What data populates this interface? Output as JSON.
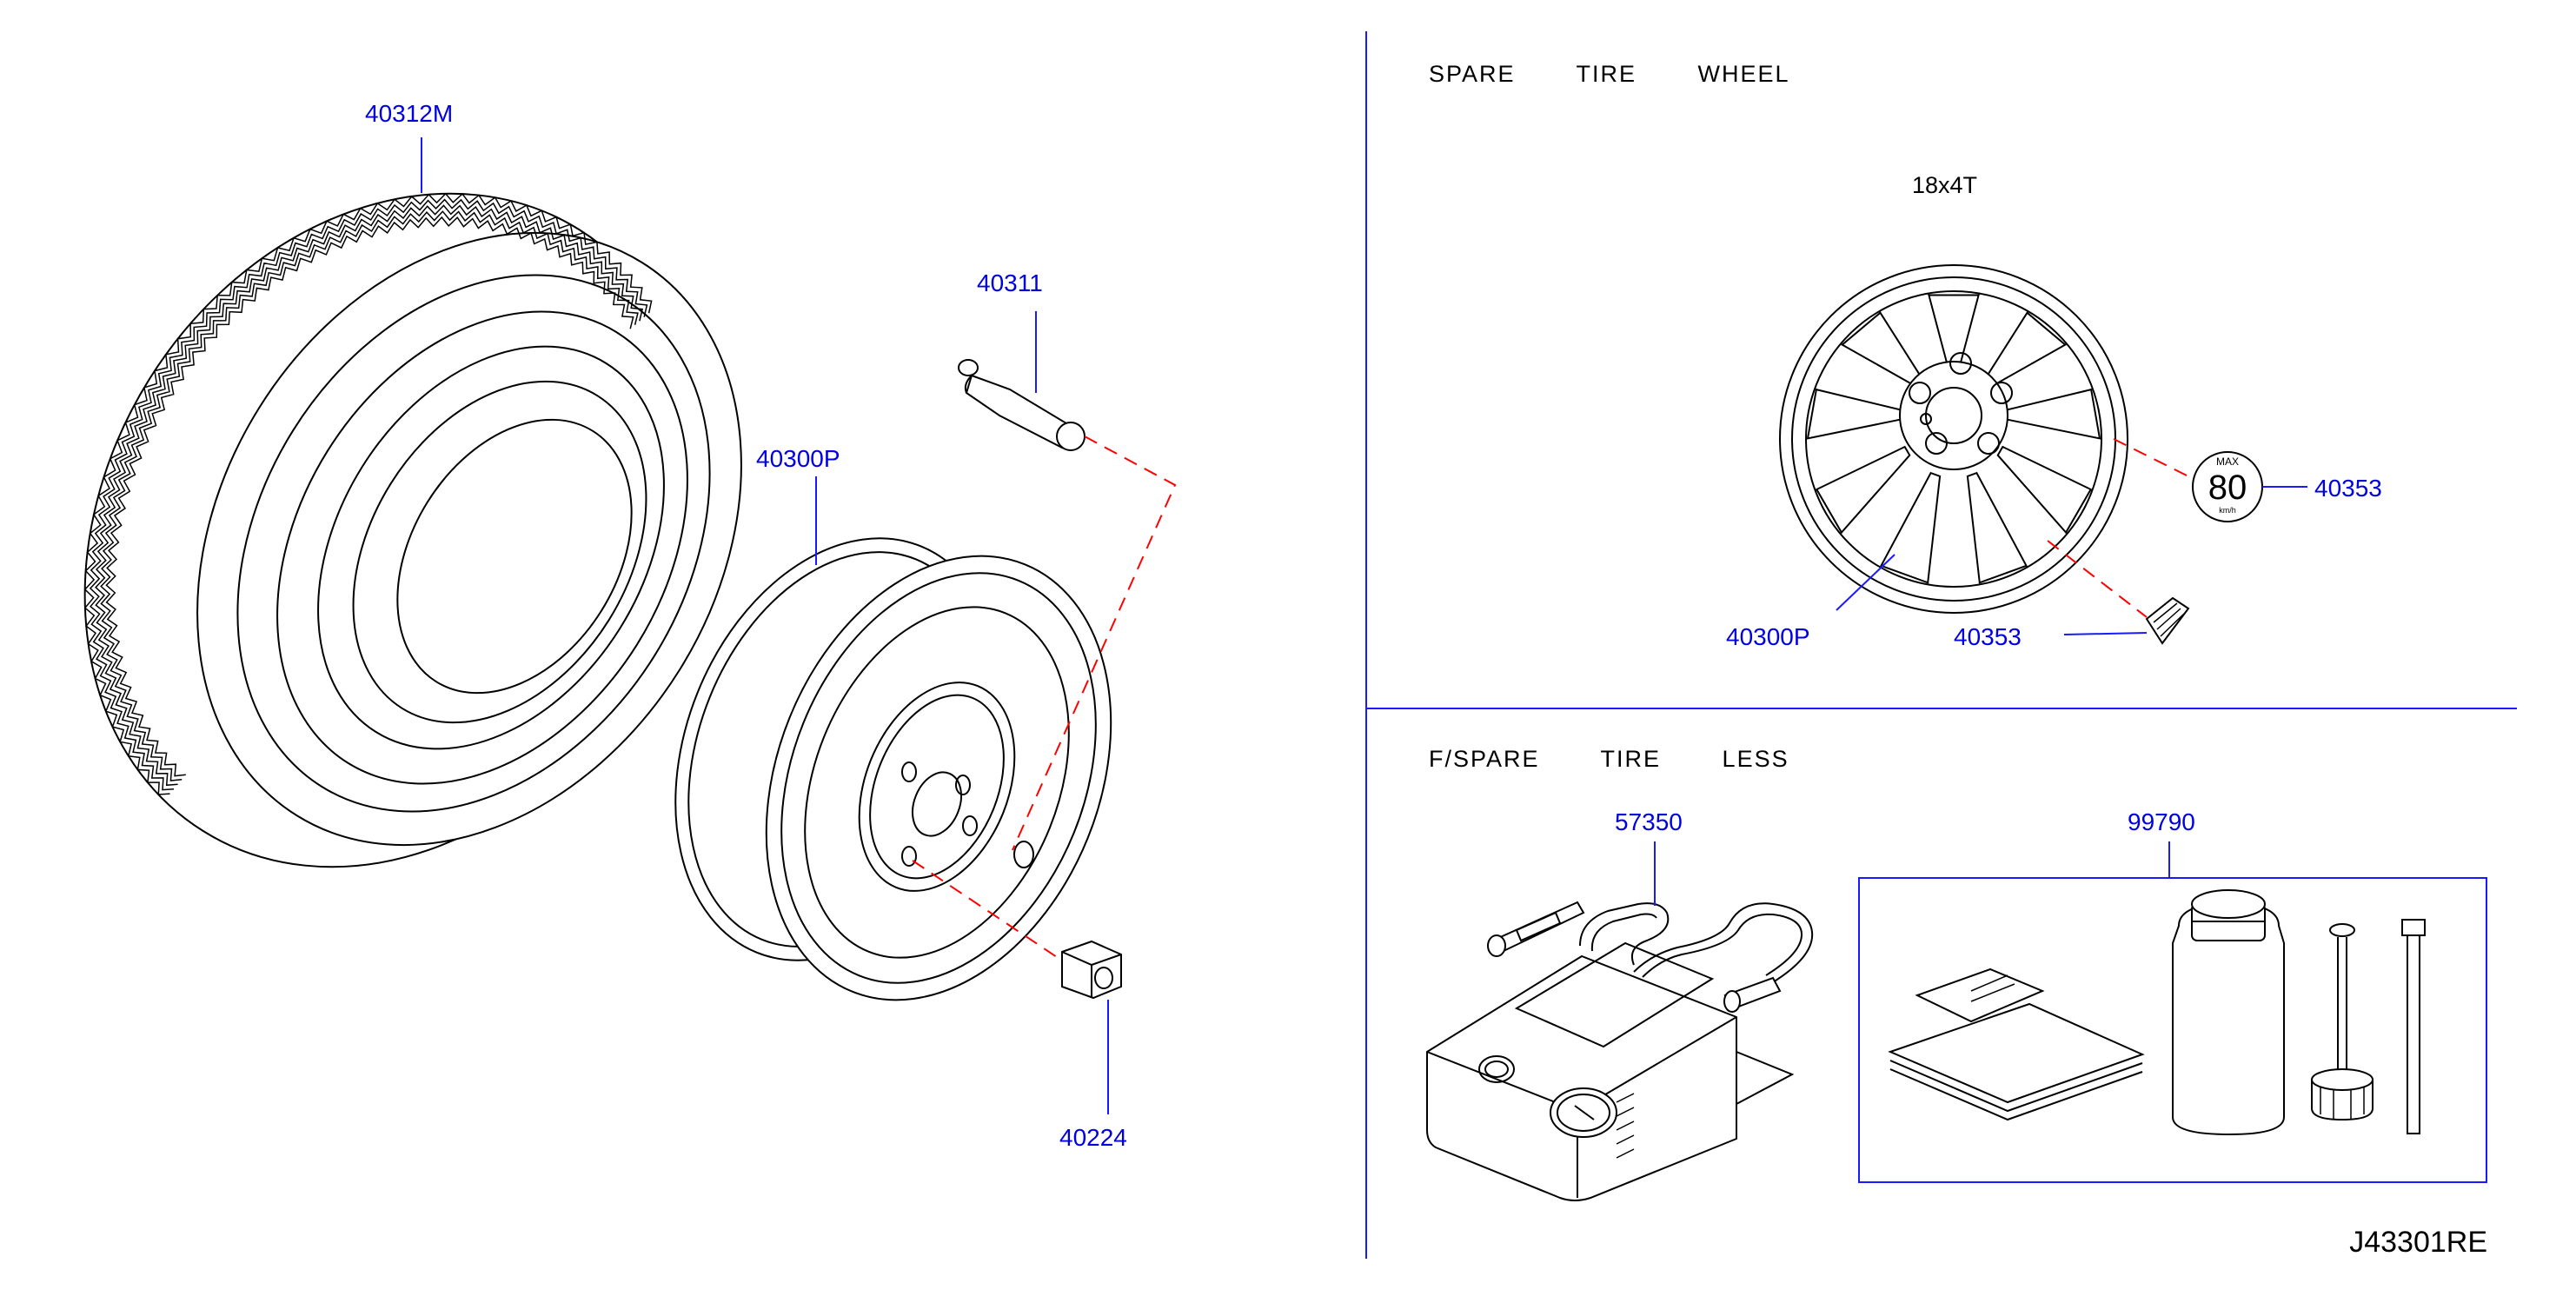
{
  "sections": {
    "spare_tire_wheel": "SPARE   TIRE   WHEEL",
    "spare_size": "18x4T",
    "f_spare_tire_less": "F/SPARE   TIRE   LESS"
  },
  "parts": {
    "tire": "40312M",
    "valve": "40311",
    "wheel": "40300P",
    "wheel_nut": "40224",
    "spare_wheel": "40300P",
    "label_round": "40353",
    "label_strip": "40353",
    "compressor": "57350",
    "repair_kit": "99790"
  },
  "speed_label": {
    "max": "MAX",
    "speed": "80",
    "unit": "km/h"
  },
  "diagram_id": "J43301RE",
  "colors": {
    "part_number": "#0000e0",
    "leader": "#1a1aff",
    "dashed": "#ff0000",
    "line": "#000000"
  }
}
